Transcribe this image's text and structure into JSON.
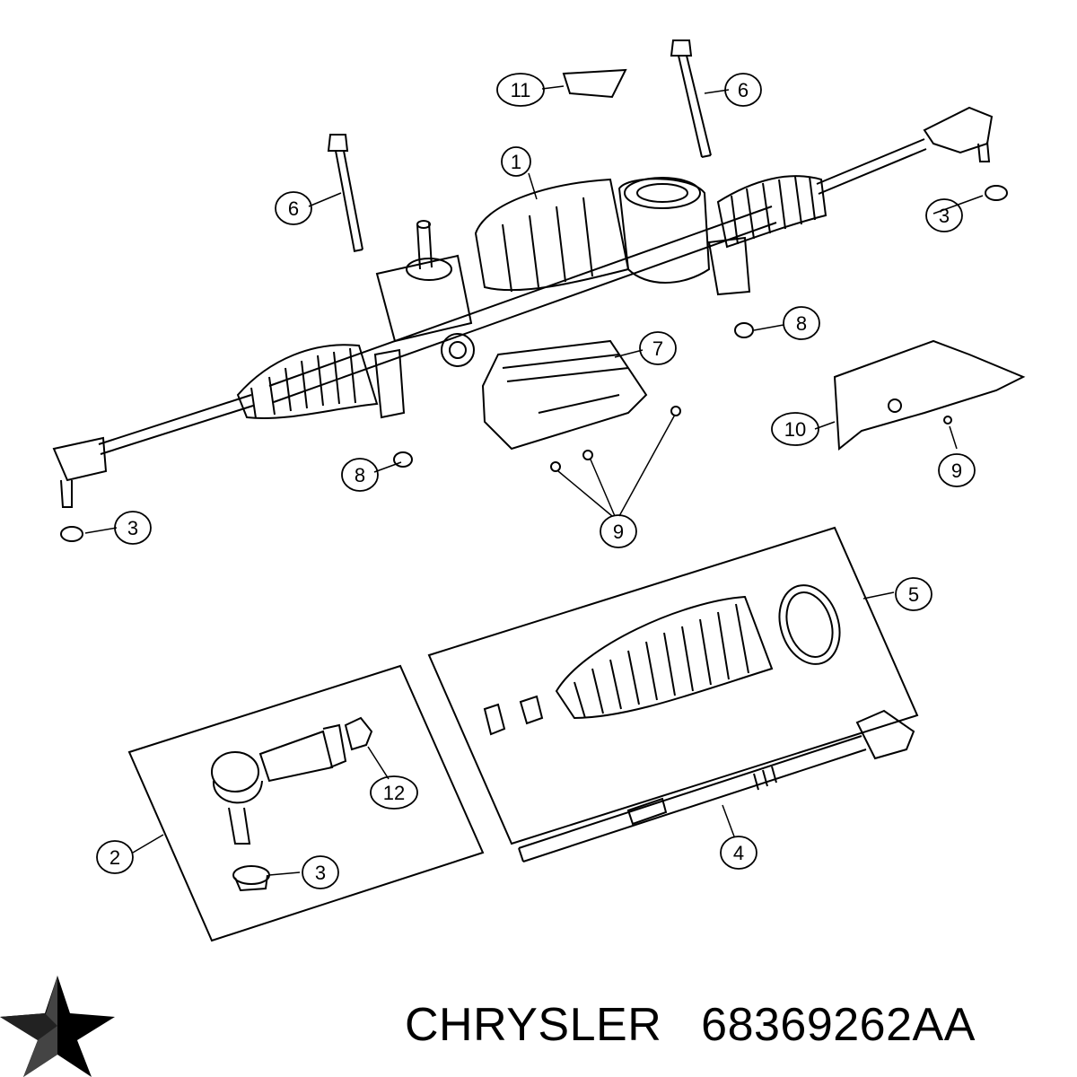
{
  "callouts": {
    "c1": "1",
    "c2": "2",
    "c3a": "3",
    "c3b": "3",
    "c3c": "3",
    "c4": "4",
    "c5": "5",
    "c6a": "6",
    "c6b": "6",
    "c7": "7",
    "c8a": "8",
    "c8b": "8",
    "c9a": "9",
    "c9b": "9",
    "c10": "10",
    "c11": "11",
    "c12": "12"
  },
  "footer": {
    "brand": "CHRYSLER",
    "part_number": "68369262AA"
  },
  "icons": {
    "logo": "chrysler-pentastar-icon"
  },
  "colors": {
    "line": "#000000",
    "background": "#ffffff"
  }
}
